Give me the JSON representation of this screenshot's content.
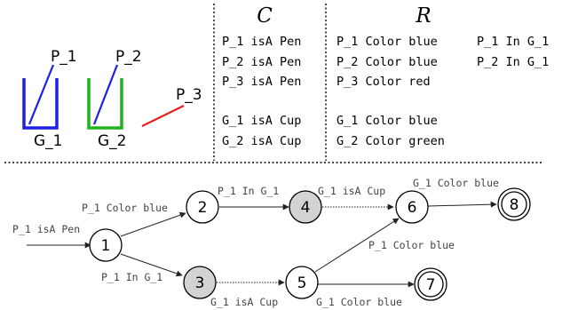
{
  "sketch": {
    "labels": [
      "P_1",
      "P_2",
      "P_3",
      "G_1",
      "G_2"
    ],
    "colors": {
      "cup_g1": "#1f1fe6",
      "cup_g2": "#1fb31f",
      "pen_p1": "#1f1fe6",
      "pen_p2": "#1f1fe6",
      "pen_p3": "#e61f1f"
    }
  },
  "table": {
    "header_c": "C",
    "header_r": "R",
    "c_rows": [
      "P_1 isA Pen",
      "P_2 isA Pen",
      "P_3 isA Pen",
      "",
      "G_1 isA Cup",
      "G_2 isA Cup"
    ],
    "r_col1": [
      "P_1 Color blue",
      "P_2 Color blue",
      "P_3 Color red",
      "",
      "G_1 Color blue",
      "G_2 Color green"
    ],
    "r_col2": [
      "P_1 In G_1",
      "P_2 In G_1",
      "",
      "",
      "",
      ""
    ]
  },
  "graph": {
    "nodes": [
      {
        "id": "1",
        "filled": false,
        "accepting": false
      },
      {
        "id": "2",
        "filled": false,
        "accepting": false
      },
      {
        "id": "3",
        "filled": true,
        "accepting": false
      },
      {
        "id": "4",
        "filled": true,
        "accepting": false
      },
      {
        "id": "5",
        "filled": false,
        "accepting": false
      },
      {
        "id": "6",
        "filled": false,
        "accepting": false
      },
      {
        "id": "7",
        "filled": false,
        "accepting": true
      },
      {
        "id": "8",
        "filled": false,
        "accepting": true
      }
    ],
    "edges": [
      {
        "from": "start",
        "to": "1",
        "label": "P_1 isA Pen",
        "dotted": false
      },
      {
        "from": "1",
        "to": "2",
        "label": "P_1 Color blue",
        "dotted": false
      },
      {
        "from": "1",
        "to": "3",
        "label": "P_1 In G_1",
        "dotted": false
      },
      {
        "from": "2",
        "to": "4",
        "label": "P_1 In G_1",
        "dotted": false
      },
      {
        "from": "4",
        "to": "6",
        "label": "G_1 isA Cup",
        "dotted": true
      },
      {
        "from": "3",
        "to": "5",
        "label": "G_1 isA Cup",
        "dotted": true
      },
      {
        "from": "5",
        "to": "6",
        "label": "P_1 Color blue",
        "dotted": false
      },
      {
        "from": "5",
        "to": "7",
        "label": "G_1 Color blue",
        "dotted": false
      },
      {
        "from": "6",
        "to": "8",
        "label": "G_1 Color blue",
        "dotted": false
      }
    ],
    "fill_color": "#d3d3d3"
  }
}
